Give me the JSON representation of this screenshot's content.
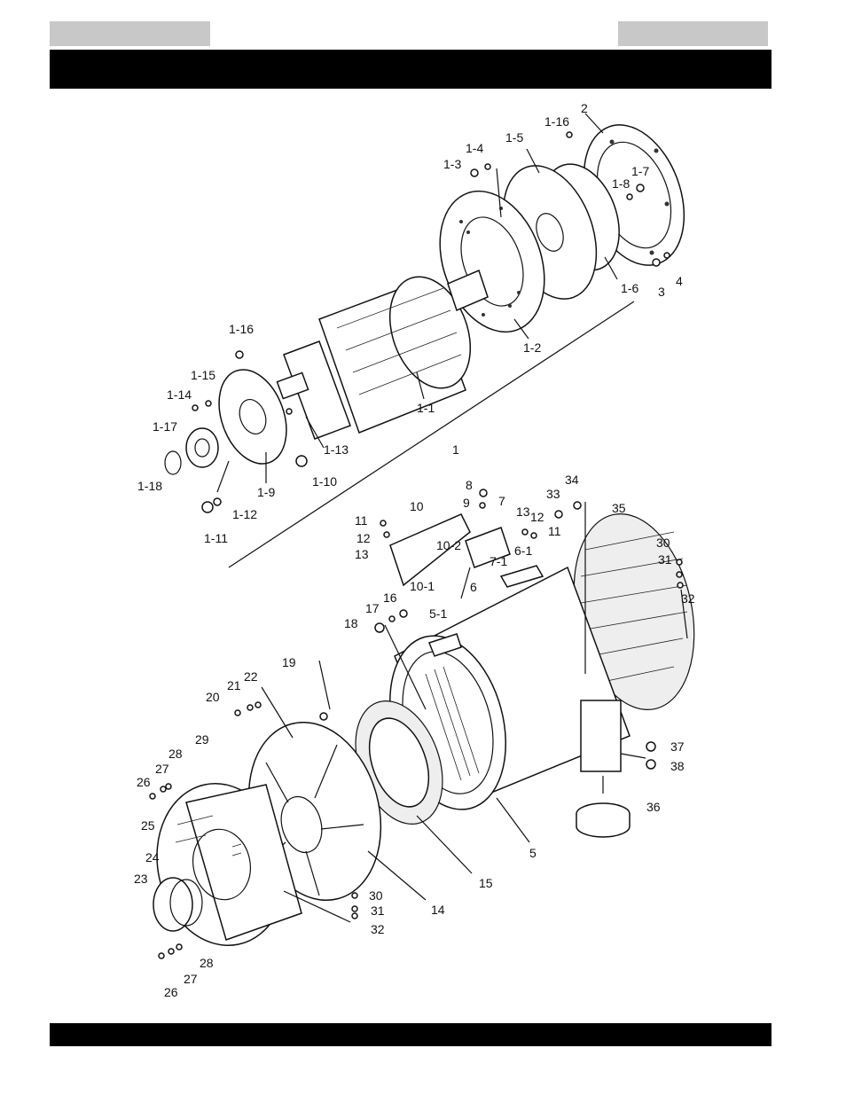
{
  "header": {
    "left_tab": "",
    "right_tab": "",
    "title": ""
  },
  "footer": {
    "text": ""
  },
  "callouts": {
    "c1_16a": "1-16",
    "c2": "2",
    "c1_4": "1-4",
    "c1_5": "1-5",
    "c1_3": "1-3",
    "c1_7": "1-7",
    "c1_8": "1-8",
    "c1_6": "1-6",
    "c3": "3",
    "c4": "4",
    "c1_2": "1-2",
    "c1_16b": "1-16",
    "c1_15": "1-15",
    "c1_14": "1-14",
    "c1_1": "1-1",
    "c1_17": "1-17",
    "c1_13": "1-13",
    "c1": "1",
    "c1_18": "1-18",
    "c1_9": "1-9",
    "c1_10": "1-10",
    "c1_12": "1-12",
    "c1_11": "1-11",
    "c8": "8",
    "c9": "9",
    "c34": "34",
    "c7": "7",
    "c33": "33",
    "c35": "35",
    "c10": "10",
    "c11a": "11",
    "c13a": "13",
    "c12a": "12",
    "c11b": "11",
    "c12b": "12",
    "c13b": "13",
    "c30a": "30",
    "c31a": "31",
    "c10_2": "10-2",
    "c7_1": "7-1",
    "c6_1": "6-1",
    "c10_1": "10-1",
    "c6": "6",
    "c32a": "32",
    "c16": "16",
    "c17": "17",
    "c5_1": "5-1",
    "c18": "18",
    "c19": "19",
    "c22": "22",
    "c21": "21",
    "c20": "20",
    "c37": "37",
    "c38": "38",
    "c28a": "28",
    "c27a": "27",
    "c29": "29",
    "c26a": "26",
    "c36": "36",
    "c25": "25",
    "c5": "5",
    "c24": "24",
    "c15": "15",
    "c23": "23",
    "c30b": "30",
    "c31b": "31",
    "c14": "14",
    "c32b": "32",
    "c28b": "28",
    "c27b": "27",
    "c26b": "26"
  }
}
